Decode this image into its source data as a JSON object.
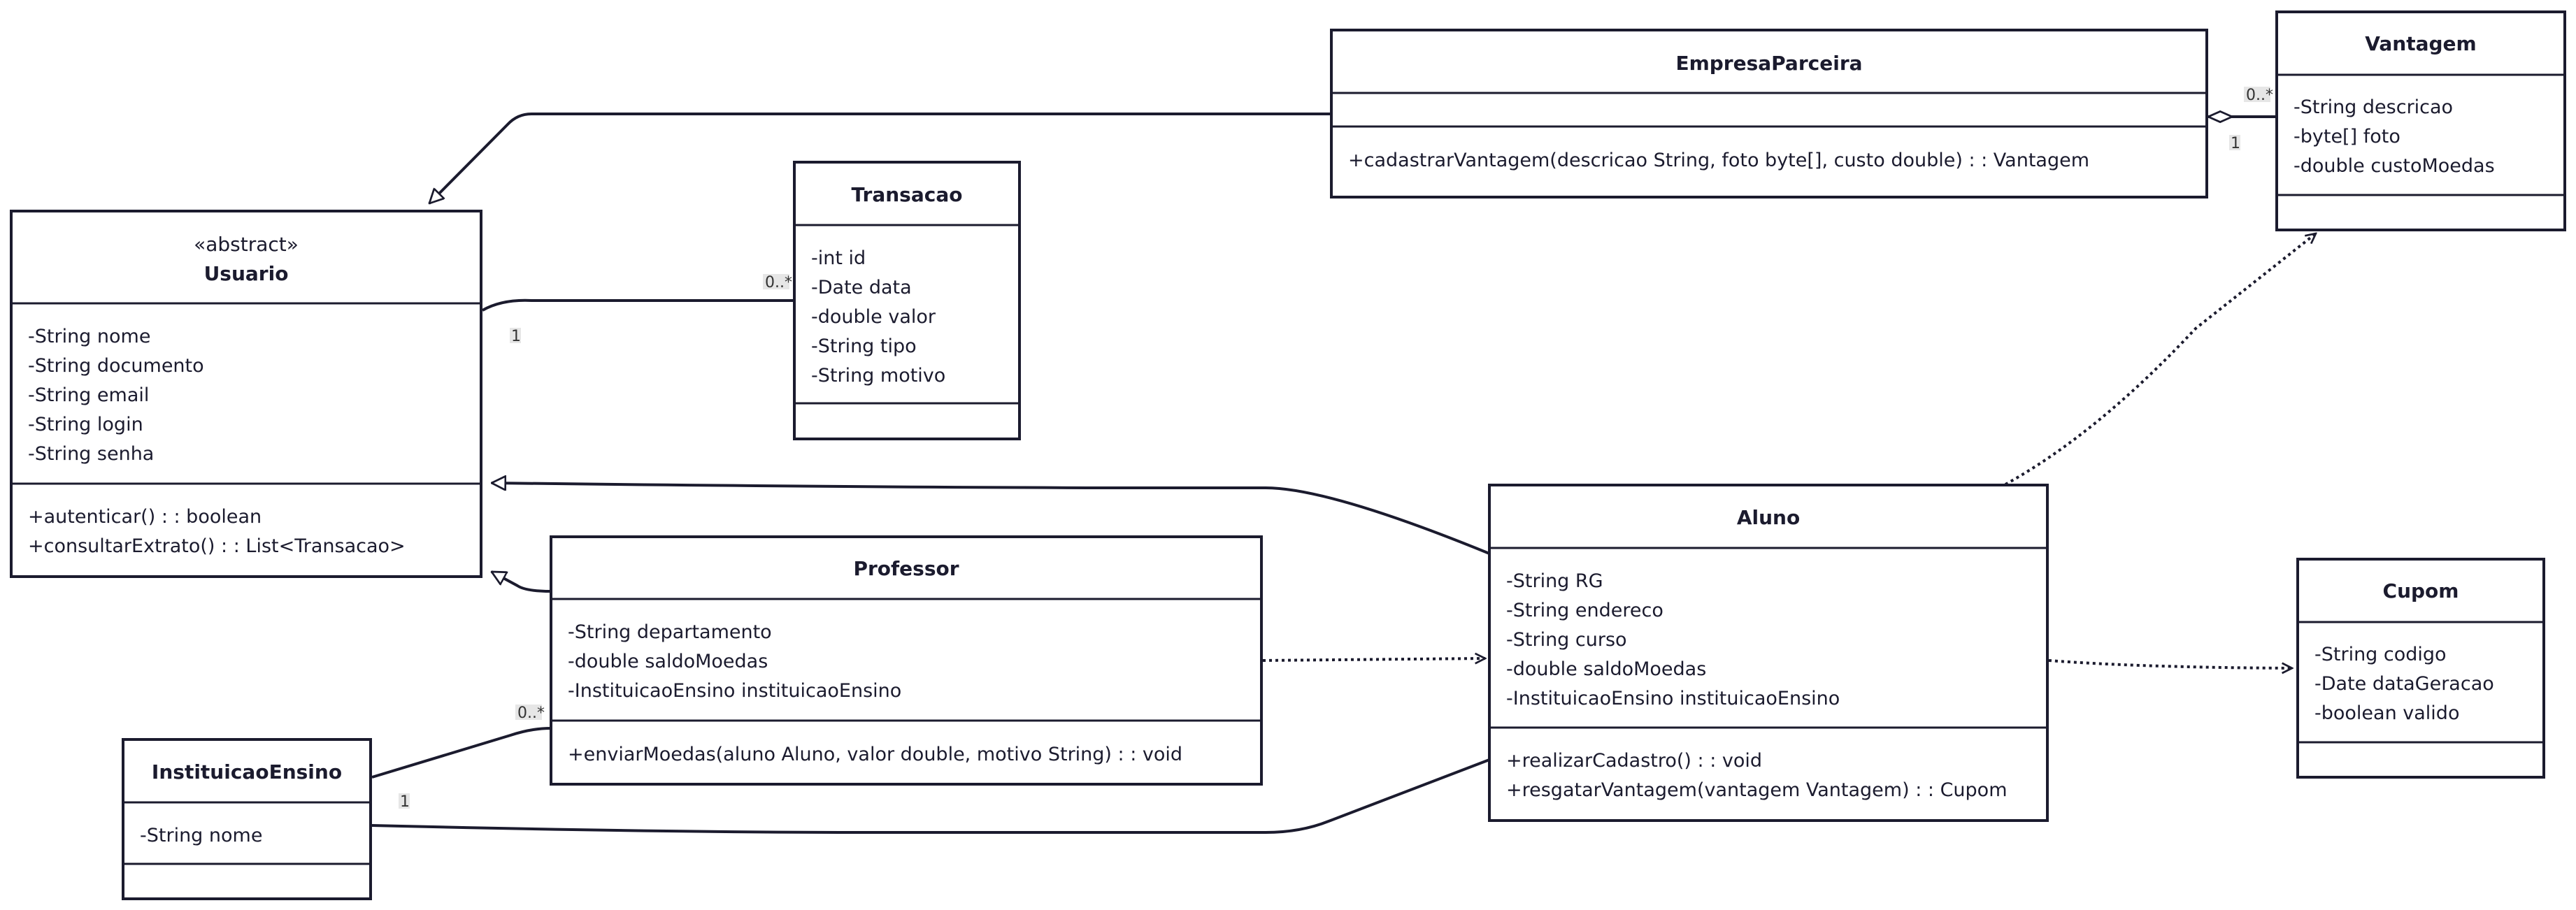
{
  "classes": {
    "empresa": {
      "name": "EmpresaParceira",
      "attributes": [],
      "methods": [
        "+cadastrarVantagem(descricao String, foto byte[], custo double) : : Vantagem"
      ]
    },
    "vantagem": {
      "name": "Vantagem",
      "attributes": [
        "-String descricao",
        "-byte[] foto",
        "-double custoMoedas"
      ],
      "methods": []
    },
    "transacao": {
      "name": "Transacao",
      "attributes": [
        "-int id",
        "-Date data",
        "-double valor",
        "-String tipo",
        "-String motivo"
      ],
      "methods": []
    },
    "usuario": {
      "stereotype": "«abstract»",
      "name": "Usuario",
      "attributes": [
        "-String nome",
        "-String documento",
        "-String email",
        "-String login",
        "-String senha"
      ],
      "methods": [
        "+autenticar() : : boolean",
        "+consultarExtrato() : : List<Transacao>"
      ]
    },
    "professor": {
      "name": "Professor",
      "attributes": [
        "-String departamento",
        "-double saldoMoedas",
        "-InstituicaoEnsino instituicaoEnsino"
      ],
      "methods": [
        "+enviarMoedas(aluno Aluno, valor double, motivo String) : : void"
      ]
    },
    "aluno": {
      "name": "Aluno",
      "attributes": [
        "-String RG",
        "-String endereco",
        "-String curso",
        "-double saldoMoedas",
        "-InstituicaoEnsino instituicaoEnsino"
      ],
      "methods": [
        "+realizarCadastro() : : void",
        "+resgatarVantagem(vantagem Vantagem) : : Cupom"
      ]
    },
    "cupom": {
      "name": "Cupom",
      "attributes": [
        "-String codigo",
        "-Date dataGeracao",
        "-boolean valido"
      ],
      "methods": []
    },
    "instituicao": {
      "name": "InstituicaoEnsino",
      "attributes": [
        "-String nome"
      ],
      "methods": []
    }
  },
  "multiplicities": {
    "empresa_vantagem_many": "0..*",
    "empresa_vantagem_one": "1",
    "usuario_transacao_one": "1",
    "usuario_transacao_many": "0..*",
    "instituicao_professor_many": "0..*",
    "instituicao_professor_one": "1"
  },
  "colors": {
    "stroke": "#1b1b2e",
    "background": "#ffffff",
    "multiplicity_bg": "#e6e6e6"
  }
}
